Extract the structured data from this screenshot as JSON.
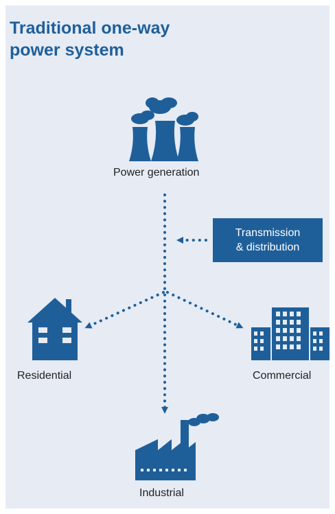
{
  "title": {
    "line1": "Traditional one-way",
    "line2": "power system"
  },
  "nodes": {
    "power_generation": "Power generation",
    "transmission_line1": "Transmission",
    "transmission_line2": "& distribution",
    "residential": "Residential",
    "commercial": "Commercial",
    "industrial": "Industrial"
  },
  "icons": {
    "power_plant": "power-plant-icon",
    "house": "house-icon",
    "office": "office-buildings-icon",
    "factory": "factory-icon"
  },
  "colors": {
    "accent": "#1f5f99",
    "background": "#e6ebf4",
    "text": "#222222"
  }
}
